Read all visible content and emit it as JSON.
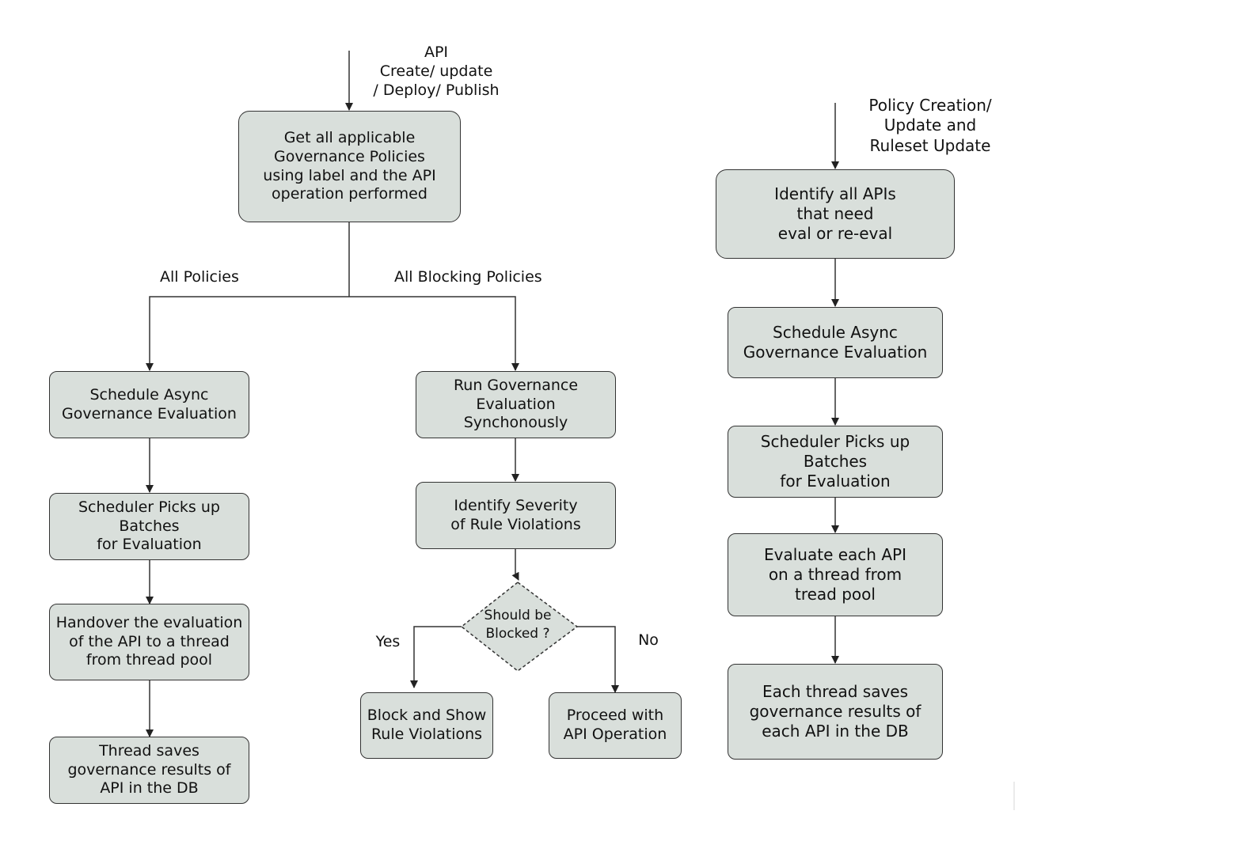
{
  "left": {
    "trigger": "API\nCreate/ update\n/ Deploy/ Publish",
    "get_policies": "Get all applicable\nGovernance Policies\nusing label and the API\noperation performed",
    "branch_all": "All Policies",
    "branch_blocking": "All Blocking Policies",
    "async": {
      "schedule": "Schedule Async\nGovernance Evaluation",
      "scheduler_picks": "Scheduler Picks up\nBatches\nfor Evaluation",
      "handover": "Handover the evaluation\nof the API to a thread\nfrom thread pool",
      "save": "Thread saves\ngovernance results of\nAPI in the DB"
    },
    "sync": {
      "run": "Run Governance\nEvaluation\nSynchonously",
      "identify_severity": "Identify Severity\nof Rule Violations",
      "decision": "Should be\nBlocked ?",
      "yes": "Yes",
      "no": "No",
      "block": "Block and Show\nRule Violations",
      "proceed": "Proceed with\nAPI Operation"
    }
  },
  "right": {
    "trigger": "Policy Creation/\nUpdate and\nRuleset Update",
    "identify_apis": "Identify all APIs\nthat need\neval or re-eval",
    "schedule": "Schedule Async\nGovernance Evaluation",
    "scheduler_picks": "Scheduler Picks up\nBatches\nfor Evaluation",
    "evaluate": "Evaluate each API\non a thread from\ntread pool",
    "save": "Each thread saves\ngovernance results of\neach API in the DB"
  },
  "colors": {
    "node_fill": "#d9dfdb",
    "stroke": "#333333"
  }
}
